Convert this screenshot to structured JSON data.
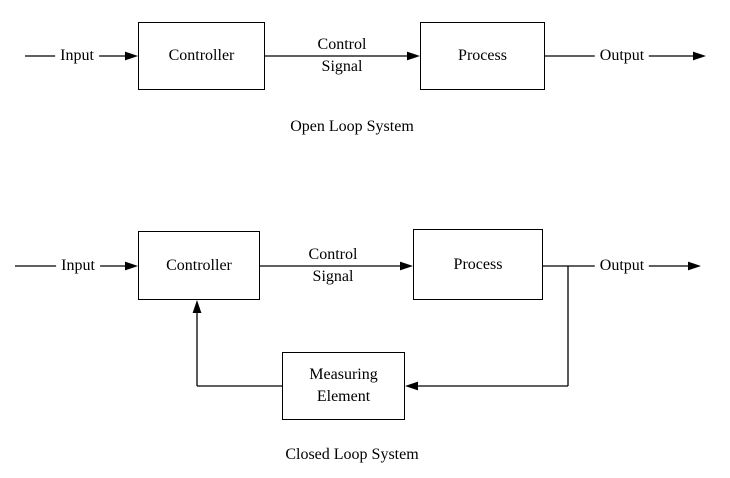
{
  "open_loop": {
    "caption": "Open Loop System",
    "input": "Input",
    "controller": "Controller",
    "control_line1": "Control",
    "control_line2": "Signal",
    "process": "Process",
    "output": "Output"
  },
  "closed_loop": {
    "caption": "Closed Loop System",
    "input": "Input",
    "controller": "Controller",
    "control_line1": "Control",
    "control_line2": "Signal",
    "process": "Process",
    "output": "Output",
    "measuring_line1": "Measuring",
    "measuring_line2": "Element"
  },
  "colors": {
    "line": "#000000",
    "background": "#ffffff"
  }
}
